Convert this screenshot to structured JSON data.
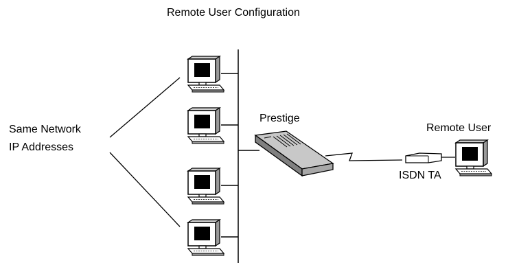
{
  "diagram": {
    "title": "Remote User Configuration",
    "network_label_line1": "Same Network",
    "network_label_line2": "IP Addresses",
    "router_label": "Prestige",
    "remote_label": "Remote User",
    "isdn_label": "ISDN TA"
  },
  "icons": {
    "pc": "desktop-computer-icon",
    "router": "prestige-router-icon",
    "isdn": "isdn-terminal-adapter-icon"
  },
  "colors": {
    "line": "#000000",
    "monitor_face": "#ffffff",
    "screen": "#000000",
    "router_body": "#c8c8c8",
    "router_side": "#808080"
  }
}
